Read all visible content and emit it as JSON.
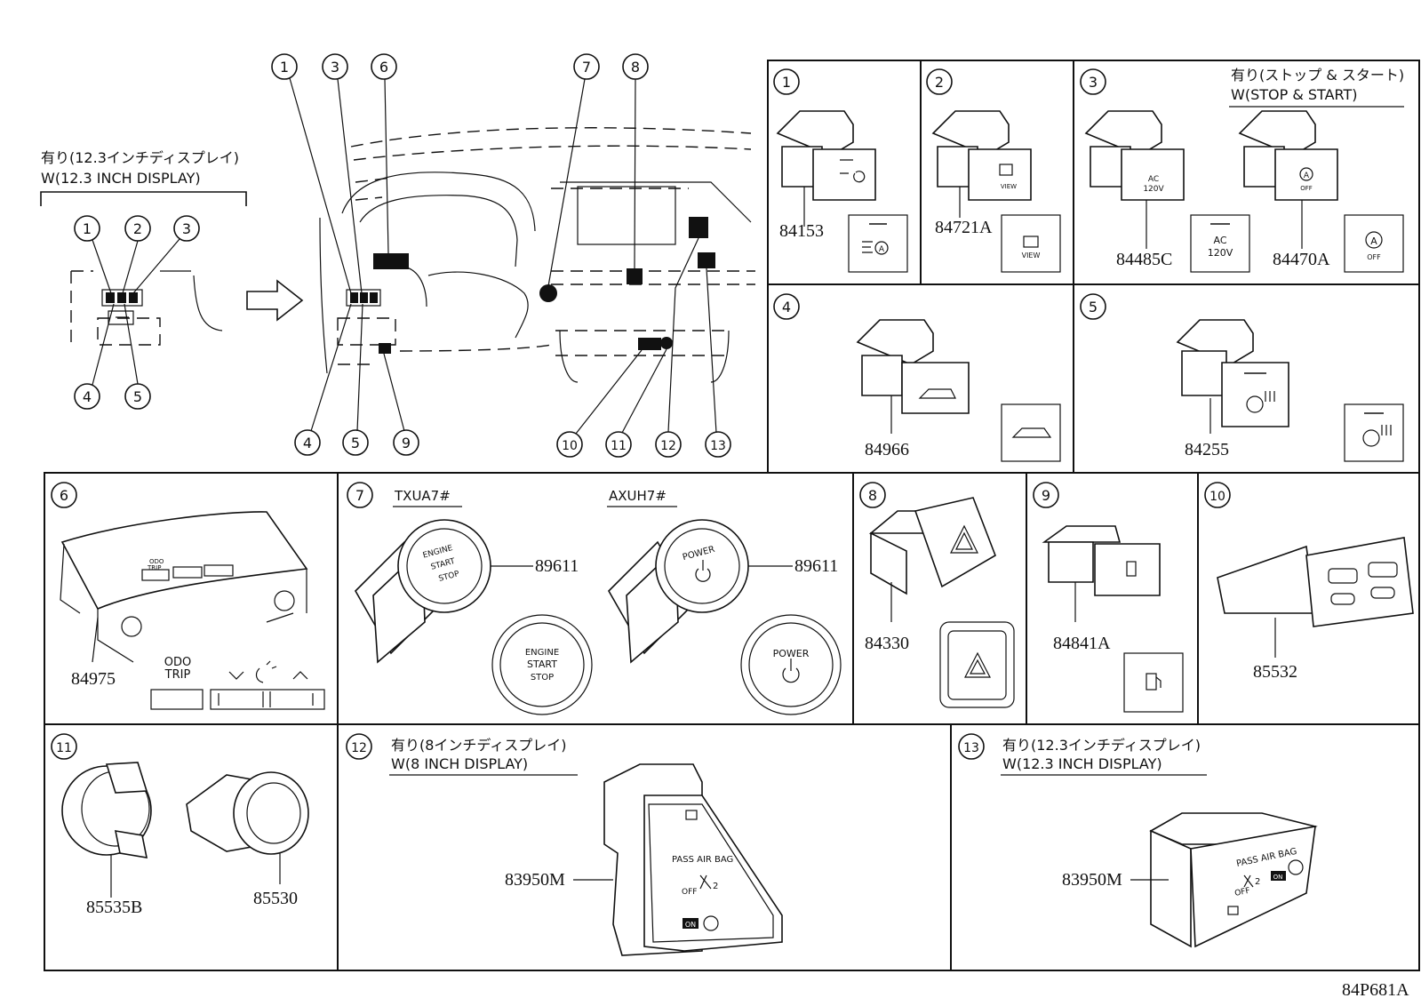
{
  "header_left": {
    "line1": "有り(12.3インチディスプレイ)",
    "line2": "W(12.3 INCH DISPLAY)"
  },
  "overview_callouts": [
    "1",
    "2",
    "3",
    "4",
    "5",
    "6",
    "7",
    "8",
    "9",
    "10",
    "11",
    "12",
    "13"
  ],
  "panel3_header": {
    "line1": "有り(ストップ & スタート)",
    "line2": "W(STOP & START)"
  },
  "panel12_header": {
    "line1": "有り(8インチディスプレイ)",
    "line2": "W(8 INCH DISPLAY)"
  },
  "panel13_header": {
    "line1": "有り(12.3インチディスプレイ)",
    "line2": "W(12.3 INCH DISPLAY)"
  },
  "panel7_models": [
    "TXUA7#",
    "AXUH7#"
  ],
  "switch_text": {
    "view": "VIEW",
    "ac": "AC",
    "v120": "120V",
    "off": "OFF",
    "a": "A",
    "engine": "ENGINE",
    "start": "START",
    "stop": "STOP",
    "power": "POWER",
    "odo": "ODO",
    "trip": "TRIP",
    "pass_air_bag": "PASS AIR BAG",
    "on": "ON",
    "two": "2"
  },
  "part_numbers": {
    "p1": "84153",
    "p2": "84721A",
    "p3a": "84485C",
    "p3b": "84470A",
    "p4": "84966",
    "p5": "84255",
    "p6": "84975",
    "p7a": "89611",
    "p7b": "89611",
    "p8": "84330",
    "p9": "84841A",
    "p10": "85532",
    "p11a": "85535B",
    "p11b": "85530",
    "p12": "83950M",
    "p13": "83950M"
  },
  "diagram_code": "84P681A"
}
